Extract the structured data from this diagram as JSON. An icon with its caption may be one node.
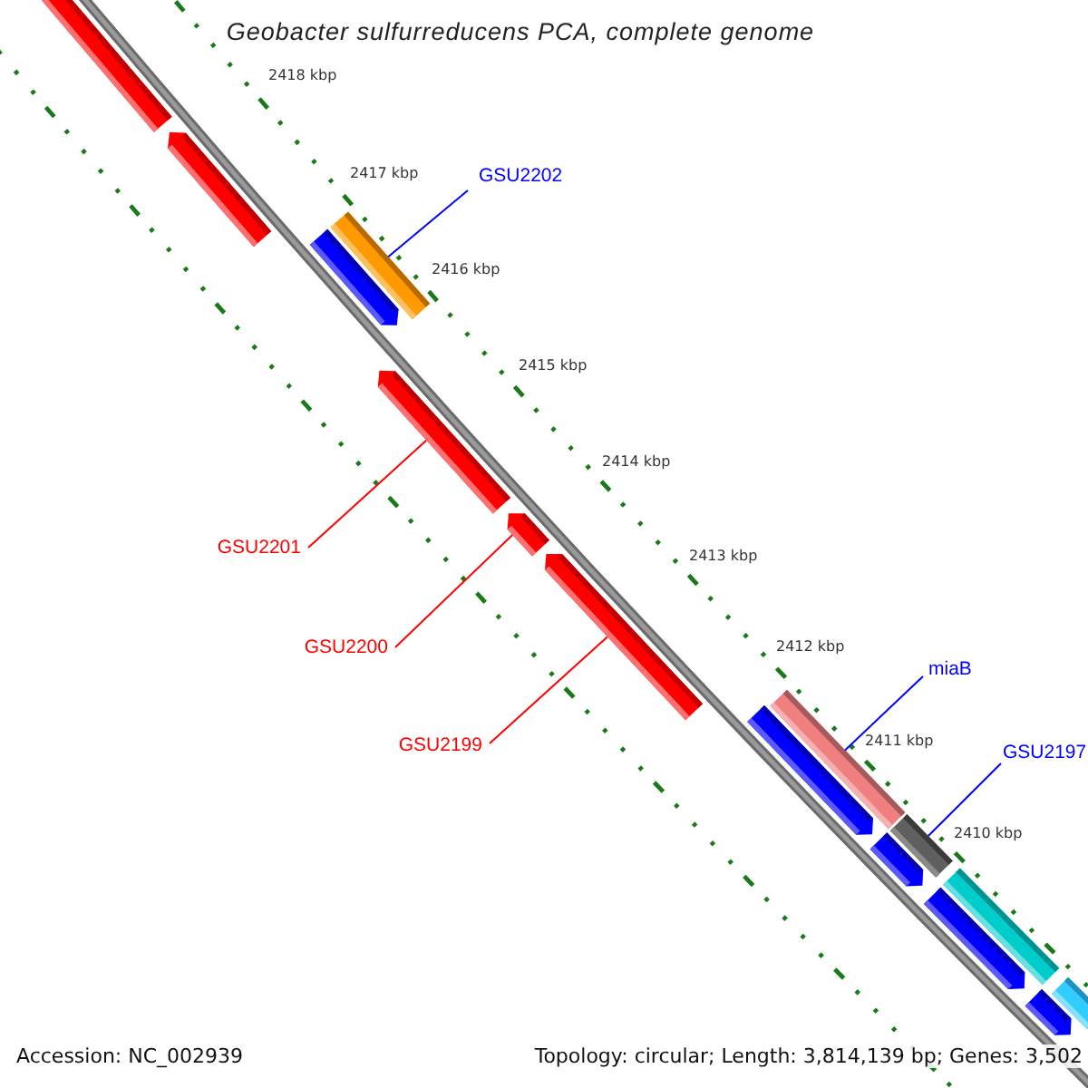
{
  "diagram": {
    "title": "Geobacter sulfurreducens PCA, complete genome",
    "nodes": [
      {
        "text": [
          "GSU2202"
        ]
      },
      {
        "text": [
          "GSU2201"
        ]
      },
      {
        "text": [
          "GSU2200"
        ]
      },
      {
        "text": [
          "GSU2199"
        ]
      },
      {
        "text": [
          "miaB"
        ]
      },
      {
        "text": [
          "GSU2197"
        ]
      },
      {
        "text": [],
        "shape": "bar"
      },
      {
        "text": [],
        "shape": "bar"
      },
      {
        "text": [],
        "shape": "bar"
      },
      {
        "text": [],
        "shape": "bar"
      },
      {
        "text": [],
        "shape": "bar"
      },
      {
        "text": [],
        "shape": "bar"
      },
      {
        "text": [],
        "shape": "bar"
      },
      {
        "text": [],
        "shape": "bar"
      },
      {
        "text": [],
        "shape": "bar"
      },
      {
        "text": [],
        "shape": "bar"
      },
      {
        "text": [],
        "shape": "bar"
      },
      {
        "text": [],
        "shape": "bar"
      },
      {
        "text": [],
        "shape": "bar"
      },
      {
        "text": [],
        "shape": "bar"
      },
      {
        "text": [],
        "shape": "bar"
      }
    ],
    "edges": [
      {
        "from": 0,
        "to": 8,
        "arrow": "none",
        "color": "#0000ff"
      },
      {
        "from": 1,
        "to": 10,
        "arrow": "none",
        "color": "#ff0000"
      },
      {
        "from": 2,
        "to": 11,
        "arrow": "none",
        "color": "#ff0000"
      },
      {
        "from": 3,
        "to": 12,
        "arrow": "none",
        "color": "#ff0000"
      },
      {
        "from": 4,
        "to": 13,
        "arrow": "none",
        "color": "#0000ff"
      },
      {
        "from": 5,
        "to": 15,
        "arrow": "none",
        "color": "#0000ff"
      }
    ],
    "labels": [
      "2418 kbp",
      "2417 kbp",
      "2416 kbp",
      "2415 kbp",
      "2414 kbp",
      "2413 kbp",
      "2412 kbp",
      "2411 kbp",
      "2410 kbp",
      "Accession: NC_002939",
      "Topology: circular; Length: 3,814,139 bp; Genes: 3,502"
    ]
  }
}
